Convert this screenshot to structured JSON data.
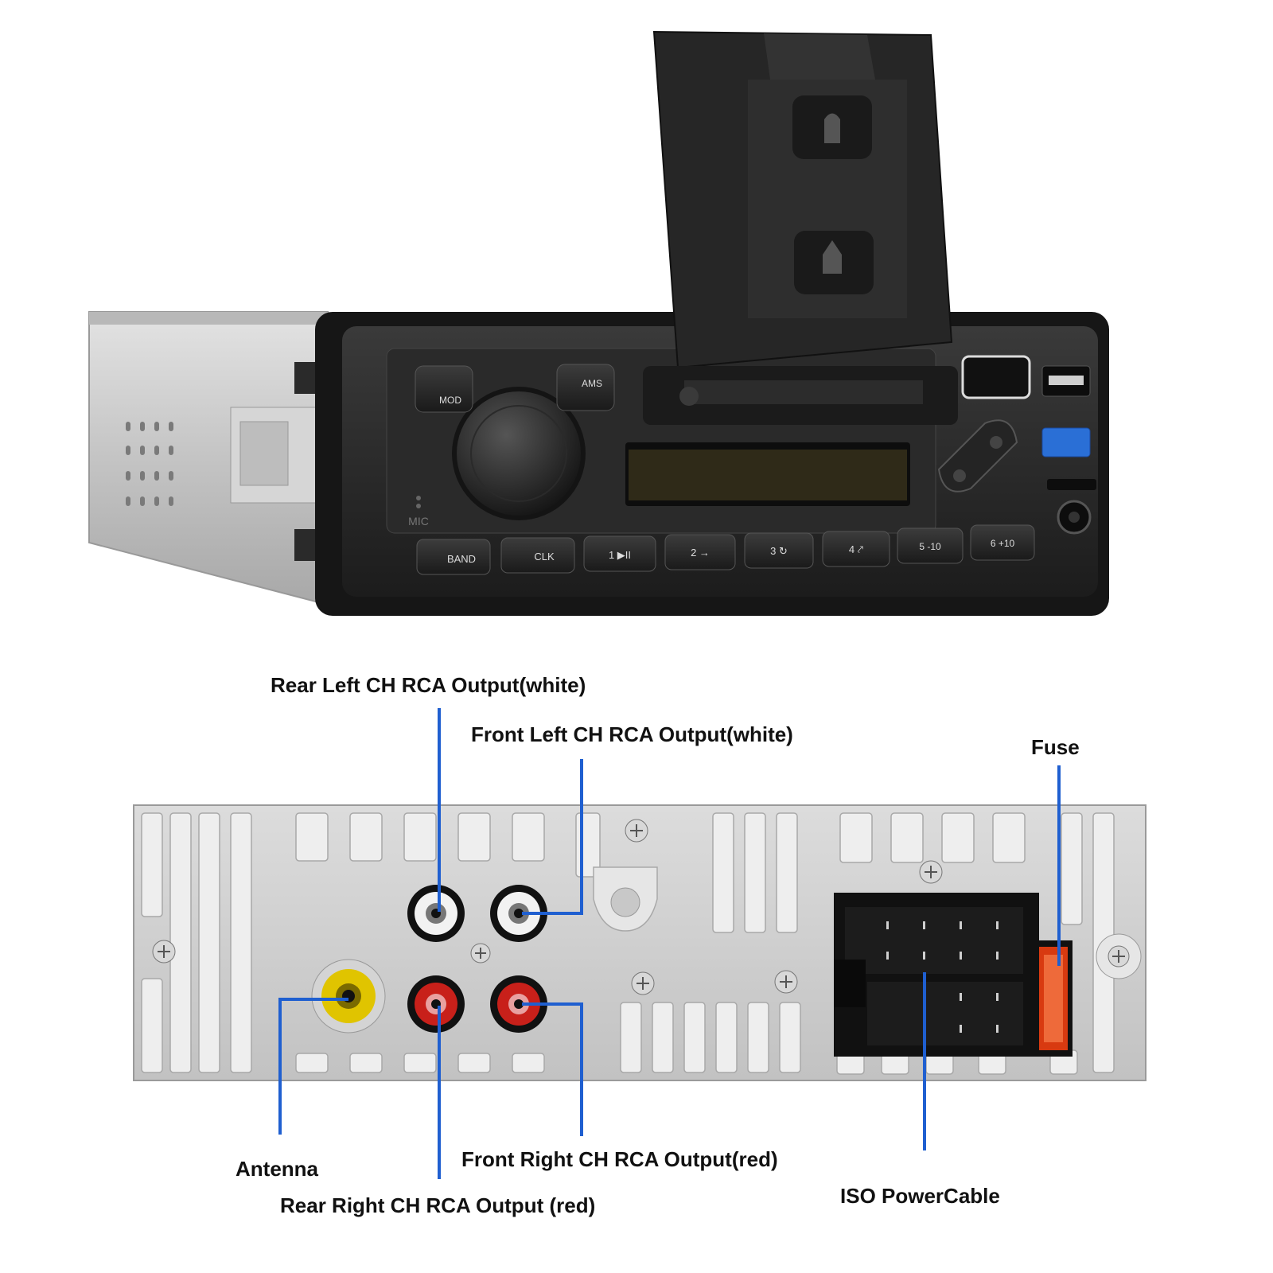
{
  "front_panel": {
    "buttons": {
      "mod": "MOD",
      "ams": "AMS",
      "band": "BAND",
      "clk": "CLK",
      "play": "1 ▶II",
      "p2": "2 →",
      "p3": "3 ↻",
      "p4": "4 ⤤",
      "p5": "5 -10",
      "p6": "6 +10"
    },
    "mic_label": "MIC"
  },
  "callouts": {
    "rear_left": "Rear Left CH RCA Output(white)",
    "front_left": "Front Left CH RCA Output(white)",
    "fuse": "Fuse",
    "antenna": "Antenna",
    "front_right": "Front Right CH RCA Output(red)",
    "rear_right": "Rear Right CH RCA Output (red)",
    "iso": "ISO PowerCable"
  },
  "colors": {
    "callout_line": "#1f5fd0",
    "panel": "#262626",
    "chassis": "#c9c9c9",
    "rca_white": "#f2f2f2",
    "rca_red": "#c8201a",
    "antenna_jack": "#e0c400",
    "usb_blue": "#2a6fd6",
    "fuse_red": "#d83a10"
  }
}
